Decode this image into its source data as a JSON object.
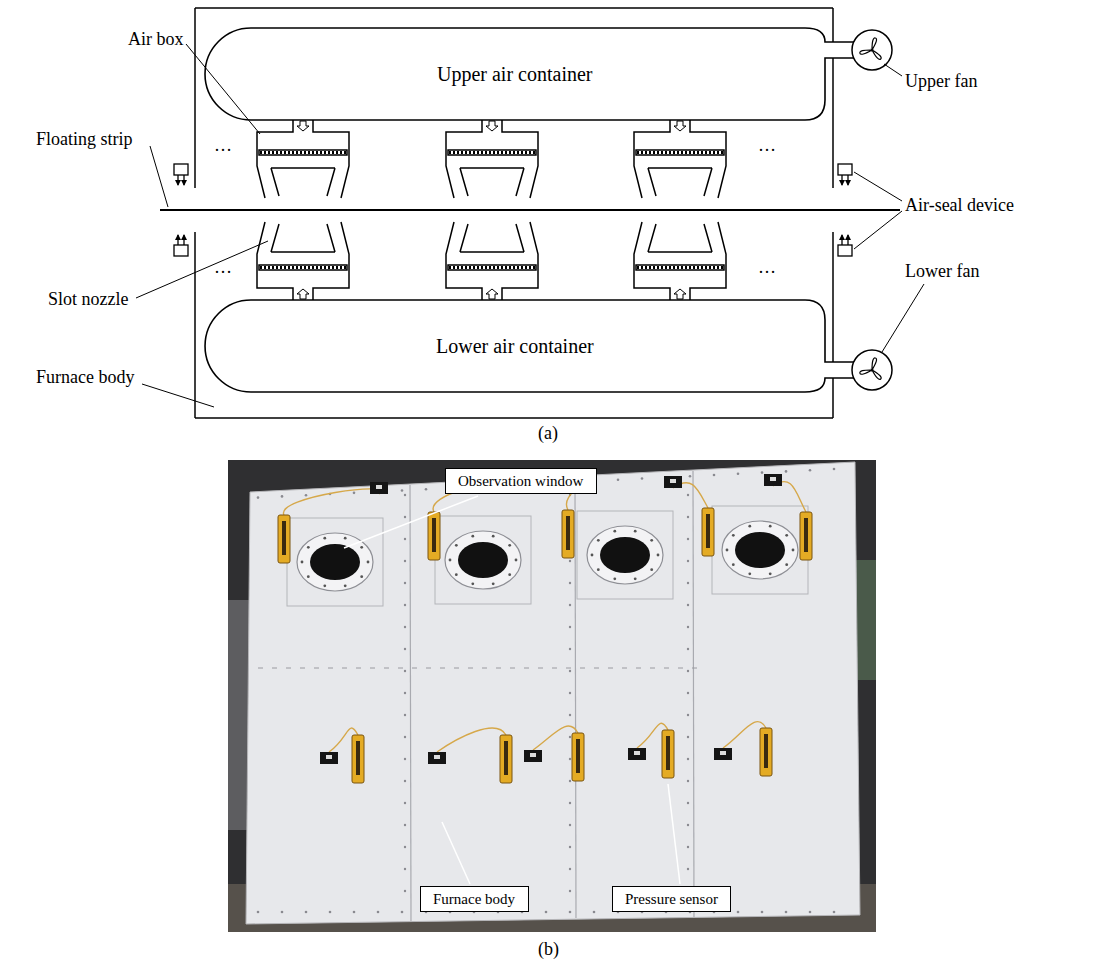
{
  "diagram": {
    "nodes": [
      {
        "text": [
          "Upper air container"
        ]
      },
      {
        "text": [
          "Lower air container"
        ]
      },
      {
        "text": [
          "Observation window"
        ]
      },
      {
        "text": [
          "Furnace body"
        ]
      },
      {
        "text": [
          "Pressure sensor"
        ]
      }
    ],
    "labels": [
      "Air box",
      "Upper fan",
      "Floating strip",
      "Air-seal device",
      "Slot nozzle",
      "Lower fan",
      "Furnace body",
      "(a)",
      "(b)",
      "…",
      "…",
      "…",
      "…"
    ]
  }
}
